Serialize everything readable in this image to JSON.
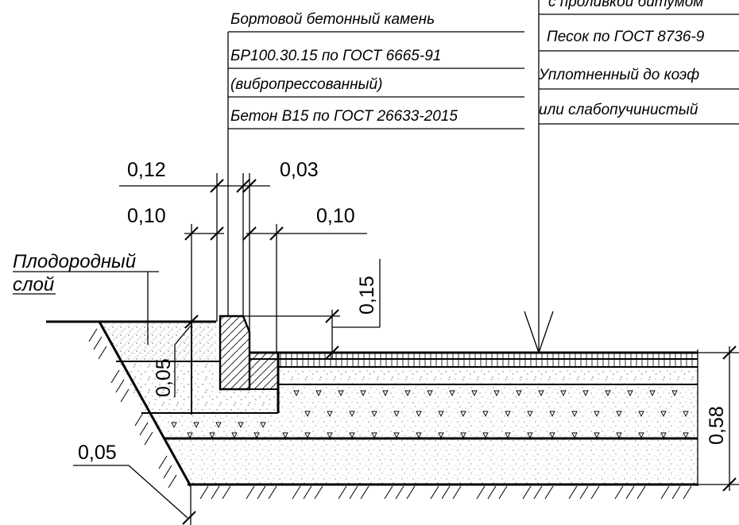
{
  "curb_callout": {
    "line1": "Бортовой бетонный камень",
    "line2": "БР100.30.15 по ГОСТ 6665-91",
    "line3": "(вибропрессованный)",
    "line4": "Бетон В15 по ГОСТ 26633-2015"
  },
  "layer_callout": {
    "line1": "с проливкой битумом",
    "line2": "Песок по ГОСТ 8736-9",
    "line3": "Уплотненный  до коэф",
    "line4": "или слабопучинистый"
  },
  "fertile_layer": {
    "line1": "Плодородный",
    "line2": "слой"
  },
  "dimensions": {
    "curb_width": "0,12",
    "gap": "0,03",
    "left_offset": "0,10",
    "right_offset": "0,10",
    "curb_height": "0,15",
    "base_depth": "0,05",
    "bottom_offset": "0,05",
    "total_thickness": "0,58"
  },
  "colors": {
    "ink": "#000000",
    "background": "#ffffff"
  }
}
